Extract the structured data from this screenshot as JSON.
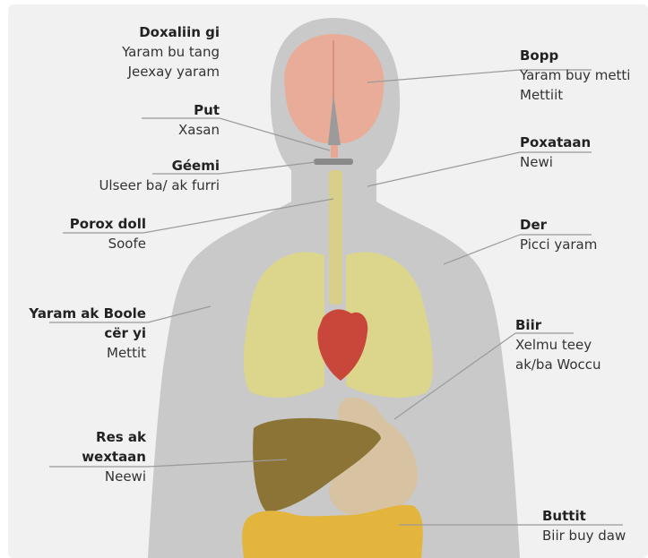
{
  "colors": {
    "background": "#f1f1f1",
    "body": "#c9c9c9",
    "brain": "#e8ac98",
    "brainstem": "#9b9b9b",
    "thyroid": "#8a8a8a",
    "trachea": "#d8d08a",
    "lungs": "#dcd58c",
    "heart": "#c9473a",
    "liver": "#8b7436",
    "stomach": "#d7c3a2",
    "intestines": "#e3b53c",
    "leader_line": "#9a9a9a"
  },
  "labels": {
    "doxaliin": {
      "title": "Doxaliin gi",
      "line1": "Yaram bu tang",
      "line2": "Jeexay yaram"
    },
    "put": {
      "title": "Put",
      "line1": "Xasan"
    },
    "geemi": {
      "title": "Géemi",
      "line1": "Ulseer ba/ ak furri"
    },
    "porox": {
      "title": "Porox doll",
      "line1": "Soofe"
    },
    "yaram_boole": {
      "title_line1": "Yaram ak Boole",
      "title_line2": "cër yi",
      "line1": "Mettit"
    },
    "res": {
      "title_line1": "Res ak",
      "title_line2": "wextaan",
      "line1": "Neewi"
    },
    "bopp": {
      "title": "Bopp",
      "line1": "Yaram buy metti",
      "line2": "Mettiit"
    },
    "poxataan": {
      "title": "Poxataan",
      "line1": "Newi"
    },
    "der": {
      "title": "Der",
      "line1": "Picci yaram"
    },
    "biir": {
      "title": "Biir",
      "line1": "Xelmu teey",
      "line2": "ak/ba Woccu"
    },
    "buttit": {
      "title": "Buttit",
      "line1": "Biir buy daw"
    }
  }
}
